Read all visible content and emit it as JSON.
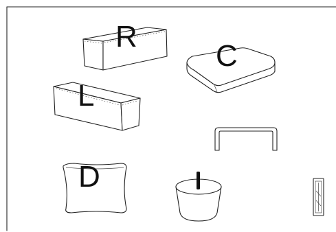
{
  "diagram": {
    "parts": [
      {
        "id": "R",
        "label": "R"
      },
      {
        "id": "C",
        "label": "C"
      },
      {
        "id": "L",
        "label": "L"
      },
      {
        "id": "D",
        "label": "D"
      }
    ]
  }
}
